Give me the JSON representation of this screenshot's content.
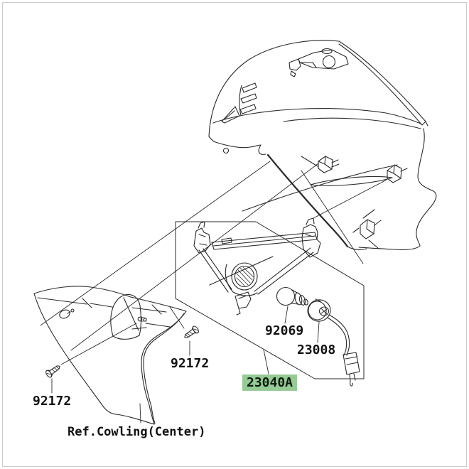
{
  "diagram": {
    "labels": {
      "bulb": "92069",
      "socket": "23008",
      "assembly": "23040A",
      "screw_left": "92172",
      "screw_right": "92172",
      "reference": "Ref.Cowling(Center)"
    },
    "colors": {
      "highlight_green": "#96cb96",
      "line_art": "#2a2a2a",
      "background": "#ffffff",
      "border": "#cccccc"
    }
  }
}
